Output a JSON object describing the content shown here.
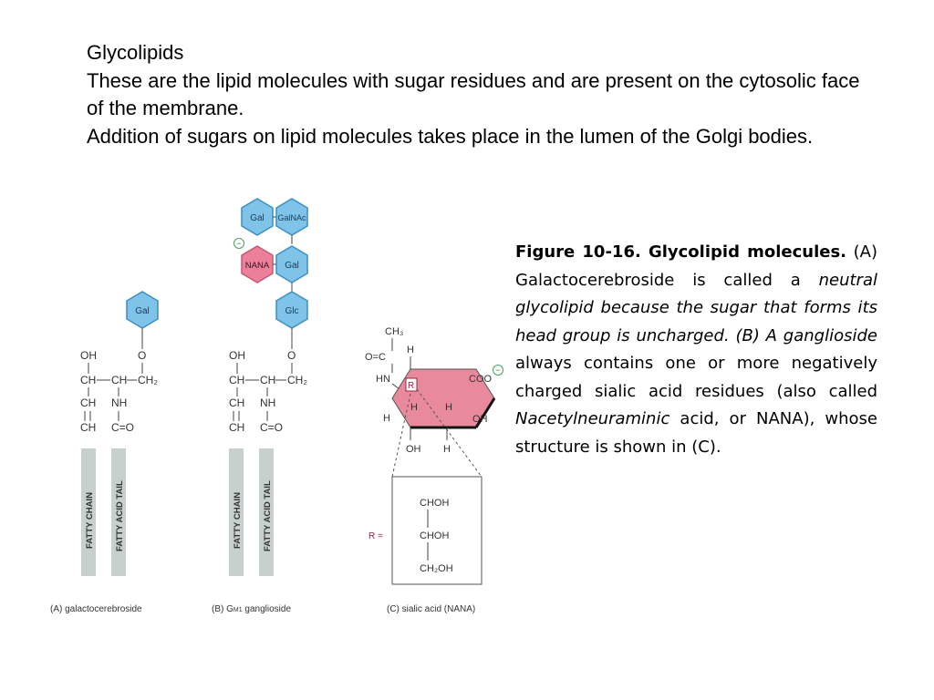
{
  "slide": {
    "title": "Glycolipids",
    "para1": "These are the lipid molecules with sugar residues and are present on the cytosolic face of the membrane.",
    "para2": "Addition of sugars on lipid molecules takes place in the lumen of the Golgi bodies."
  },
  "figure": {
    "sugar_gal": "Gal",
    "sugar_galnac": "GalNAc",
    "sugar_nana": "NANA",
    "sugar_glc": "Glc",
    "neg_charge": "−",
    "oh": "OH",
    "o": "O",
    "ch": "CH",
    "ch2": "CH₂",
    "nh": "NH",
    "c_eq_o": "C=O",
    "fatty_chain": "FATTY CHAIN",
    "fatty_acid_tail": "FATTY ACID TAIL",
    "ch3": "CH₃",
    "o_eq_c": "O=C",
    "hn": "HN",
    "h": "H",
    "r": "R",
    "coo": "COO",
    "r_eq": "R =",
    "choh": "CHOH",
    "ch2oh": "CH₂OH",
    "label_a": "(A) galactocerebroside",
    "label_b": "(B) G",
    "label_b_sub": "M1",
    "label_b_rest": " ganglioside",
    "label_c": "(C) sialic acid (NANA)",
    "colors": {
      "sugar_fill": "#7fc4e8",
      "sugar_stroke": "#3a8fc0",
      "nana_fill": "#ec7f9a",
      "tail_fill": "#c8cfcf",
      "ring_fill": "#e88a9c"
    }
  },
  "caption": {
    "fig_label": "Figure 10-16. Glycolipid molecules.",
    "t1": " (A) Galactocerebroside is called a ",
    "t2": "neutral glycolipid because the sugar that forms its head group is uncharged. (B) A ganglioside",
    "t3": " always contains one or more negatively charged sialic acid residues (also called ",
    "t4": "Nacetylneuraminic",
    "t5": " acid, or NANA), whose structure is shown in (C)."
  }
}
